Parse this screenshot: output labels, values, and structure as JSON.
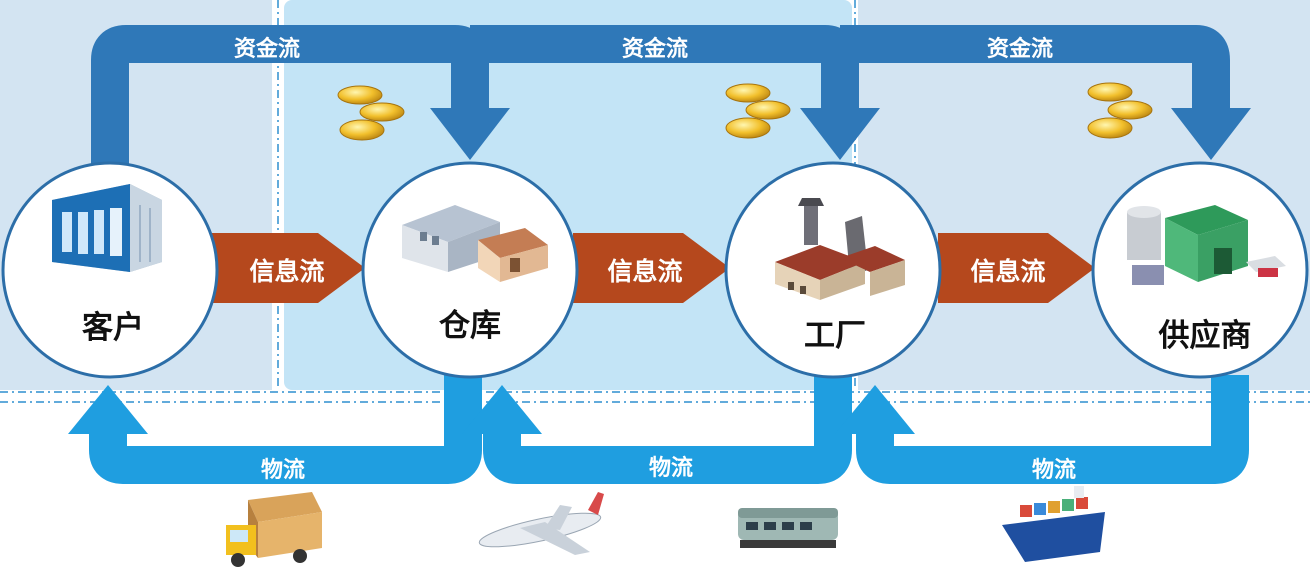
{
  "nodes": [
    {
      "id": "customer",
      "label": "客户"
    },
    {
      "id": "warehouse",
      "label": "仓库"
    },
    {
      "id": "factory",
      "label": "工厂"
    },
    {
      "id": "supplier",
      "label": "供应商"
    }
  ],
  "flows": {
    "money": [
      "资金流",
      "资金流",
      "资金流"
    ],
    "info": [
      "信息流",
      "信息流",
      "信息流"
    ],
    "logistics": [
      "物流",
      "物流",
      "物流"
    ]
  },
  "transport_icons": [
    "truck-icon",
    "airplane-icon",
    "train-icon",
    "cargo-ship-icon"
  ],
  "colors": {
    "money_arrow": "#2f78b8",
    "info_arrow": "#b5481d",
    "logistics_arrow": "#1f9ee0",
    "zone_left": "#d3e4f2",
    "zone_mid": "#c3e4f6",
    "zone_right": "#d3e4f2",
    "circle_border": "#2c6ea8"
  }
}
